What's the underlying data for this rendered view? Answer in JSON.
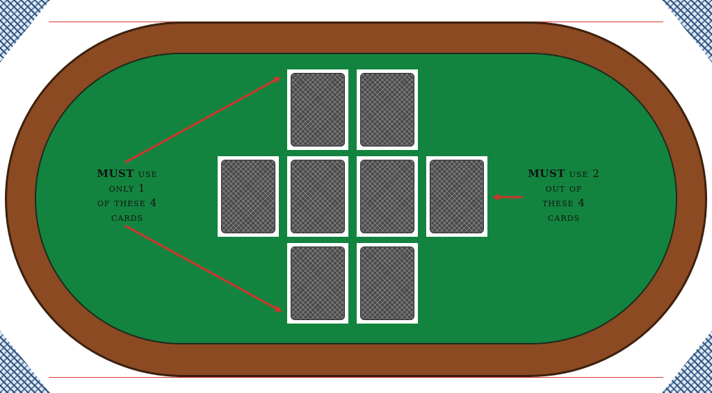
{
  "labels": {
    "left": {
      "emphasis": "MUST",
      "rest": " use",
      "line2": "only 1",
      "line3": "of these 4",
      "line4": "cards"
    },
    "right": {
      "emphasis": "MUST",
      "rest": " use 2",
      "line2": "out of",
      "line3": "these 4",
      "line4": "cards"
    }
  },
  "colors": {
    "felt": "#13843f",
    "rail": "#8b4a22",
    "arrow": "#d0352d",
    "card_border": "#ffffff",
    "card_back": "#4a4a4a"
  },
  "cards": {
    "vertical_group": [
      "card-top-left",
      "card-top-right",
      "card-bottom-left",
      "card-bottom-right"
    ],
    "horizontal_group": [
      "card-middle-far-left",
      "card-middle-center-left",
      "card-middle-center-right",
      "card-middle-far-right"
    ],
    "face": "down"
  }
}
